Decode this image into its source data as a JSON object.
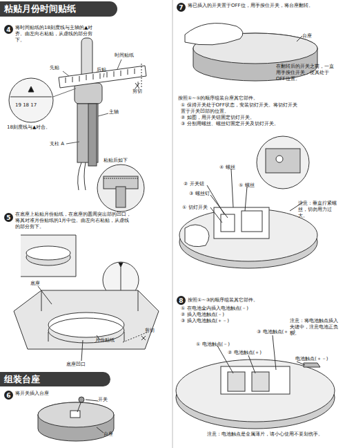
{
  "diagram": {
    "nodes": [
      {
        "text": [
          "粘贴月份时间贴纸"
        ]
      },
      {
        "text": [
          "4"
        ]
      },
      {
        "text": [
          "5"
        ]
      },
      {
        "text": [
          "组装台座"
        ]
      },
      {
        "text": [
          "6"
        ]
      },
      {
        "text": [
          "7"
        ]
      },
      {
        "text": [
          "8"
        ]
      }
    ],
    "labels": [
      "将时间贴纸的18刻度线与主轴的▲对齐。由左向右粘贴，从虚线的部分剪下。",
      "先贴",
      "后贴",
      "时间贴纸",
      "剪切",
      "19 18 17",
      "18刻度线与▲对合。",
      "主轴",
      "支柱 A",
      "粘贴后如下",
      "在底座上粘贴月份贴纸，在底座的圆周突出部的凹口，将其对准月份贴纸的1月中位。由左向右粘贴，从虚线的部分剪下。",
      "底座",
      "月份贴纸",
      "剪切",
      "底座凹口",
      "将开关插入台座",
      "开关",
      "台座",
      "将已插入的开关置于OFF位，用手按住开关，将台座翻转。",
      "台座",
      "在翻转后的开关之前，一直用手按住开关，使其处于OFF位置。",
      "按照①~⑤的顺序组装台座其它部件。",
      "① 保持开关处于OFF状态，安装切灯开关。将切灯开关置于开关凹部的位置。",
      "② 如图，用开关钮固定切灯开关。",
      "③ 分别用螺丝、螺丝钉固定开关及切灯开关。",
      "④ 螺丝",
      "② 开关钮",
      "⑤ 螺丝",
      "③ 螺丝钉",
      "① 切灯开关",
      "注意：垂直拧紧螺丝，切勿用力过大。",
      "按照①~③的顺序组装其它部件。",
      "① 在电池盒内插入电池触点(－)",
      "② 插入电池触点(－)",
      "③ 插入电池触点(＋－)",
      "③ 电池触点(＋－)",
      "① 电池触点(－)",
      "② 电池触点(＋)",
      "注意：将电池触点插入夹缝中，注意电池正负极。",
      "电池触点(＋－)",
      "注意：电池触点是金属薄片，请小心使用不要划伤手。"
    ]
  }
}
